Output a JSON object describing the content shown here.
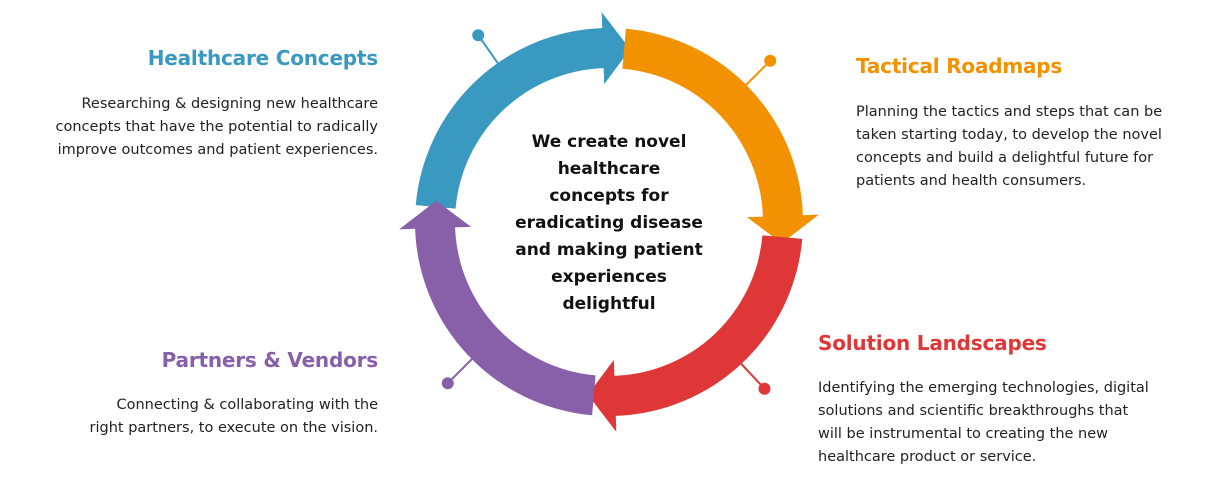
{
  "colors": {
    "blue": "#3a99c0",
    "orange": "#f39200",
    "red": "#df3737",
    "purple": "#8860a9"
  },
  "center": {
    "text": "We create novel\nhealthcare\nconcepts for\neradicating disease\nand making patient\nexperiences\ndelightful"
  },
  "blocks": {
    "healthcare_concepts": {
      "title": "Healthcare Concepts",
      "body": "Researching & designing new healthcare\nconcepts that have the potential to radically\nimprove outcomes and patient experiences."
    },
    "tactical_roadmaps": {
      "title": "Tactical Roadmaps",
      "body": "Planning the tactics and steps that can be\ntaken starting today, to develop the novel\nconcepts and build a delightful future for\npatients and health consumers."
    },
    "solution_landscapes": {
      "title": "Solution Landscapes",
      "body": "Identifying the emerging technologies, digital\nsolutions and scientific breakthroughs that\nwill be instrumental to creating the new\nhealthcare product or service."
    },
    "partners_vendors": {
      "title": "Partners & Vendors",
      "body": "Connecting & collaborating with the\nright partners, to execute on the vision."
    }
  }
}
